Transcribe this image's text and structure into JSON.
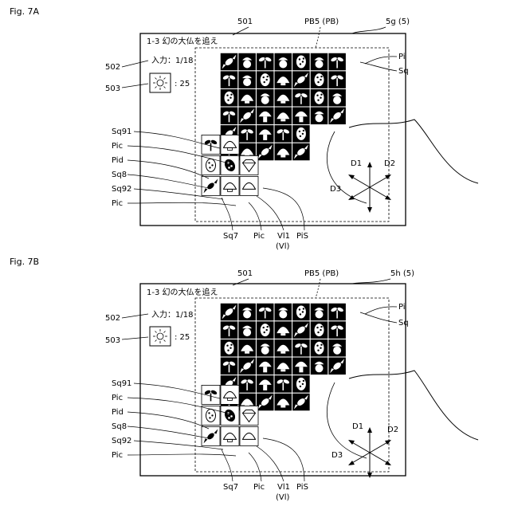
{
  "figures": [
    {
      "id": "A",
      "fig_label": "Fig. 7A",
      "level_title": "1-3 幻の大仏を追え",
      "input_text": "入力：1/18",
      "count_text": ": 25",
      "ref_501": "501",
      "ref_pb": "PB5 (PB)",
      "ref_screen": "5g (5)",
      "ref_502": "502",
      "ref_503": "503",
      "ref_pi": "Pi",
      "ref_sq": "Sq",
      "left_labels": [
        "Sq91",
        "Pic",
        "Pid",
        "Sq8",
        "Sq92",
        "Pic"
      ],
      "bottom_labels": [
        "Sq7",
        "Pic",
        "Vl1",
        "(Vl)",
        "PiS"
      ],
      "directions": {
        "d1": "D1",
        "d2": "D2",
        "d3": "D3"
      }
    },
    {
      "id": "B",
      "fig_label": "Fig. 7B",
      "level_title": "1-3 幻の大仏を追え",
      "input_text": "入力：1/18",
      "count_text": ": 25",
      "ref_501": "501",
      "ref_pb": "PB5 (PB)",
      "ref_screen": "5h (5)",
      "ref_502": "502",
      "ref_503": "503",
      "ref_pi": "Pi",
      "ref_sq": "Sq",
      "left_labels": [
        "Sq91",
        "Pic",
        "Pid",
        "Sq8",
        "Sq92",
        "Pic"
      ],
      "bottom_labels": [
        "Sq7",
        "Pic",
        "Vl1",
        "(Vl)",
        "PiS"
      ],
      "directions": {
        "d1": "D1",
        "d2": "D2",
        "d3": "D3"
      }
    }
  ],
  "main_grid": [
    [
      "candy",
      "acorn",
      "sprout",
      "acorn",
      "egg",
      "acorn",
      "sprout"
    ],
    [
      "sprout",
      "acorn",
      "egg",
      "shell",
      "candy",
      "egg",
      "sprout"
    ],
    [
      "egg",
      "shell",
      "acorn",
      "shell",
      "sprout",
      "egg",
      "acorn"
    ],
    [
      "sprout",
      "candy",
      "mushroom",
      "shell",
      "mushroom",
      "acorn",
      "candy"
    ],
    [
      "candy",
      "sprout",
      "mushroom",
      "sprout",
      "egg",
      "",
      ""
    ],
    [
      "sprout",
      "shell",
      "candy",
      "shell",
      "candy",
      "",
      ""
    ]
  ],
  "bottom_cells": {
    "A": [
      [
        "sprout",
        "shell",
        "",
        "",
        ""
      ],
      [
        "egg",
        "ladybug",
        "diamond",
        "",
        ""
      ],
      [
        "candy",
        "shell",
        "shell_outline",
        "",
        ""
      ]
    ],
    "B": [
      [
        "sprout",
        "shell",
        "",
        "",
        ""
      ],
      [
        "egg",
        "ladybug",
        "diamond",
        "",
        ""
      ],
      [
        "candy",
        "shell",
        "shell_outline",
        "",
        ""
      ]
    ]
  }
}
